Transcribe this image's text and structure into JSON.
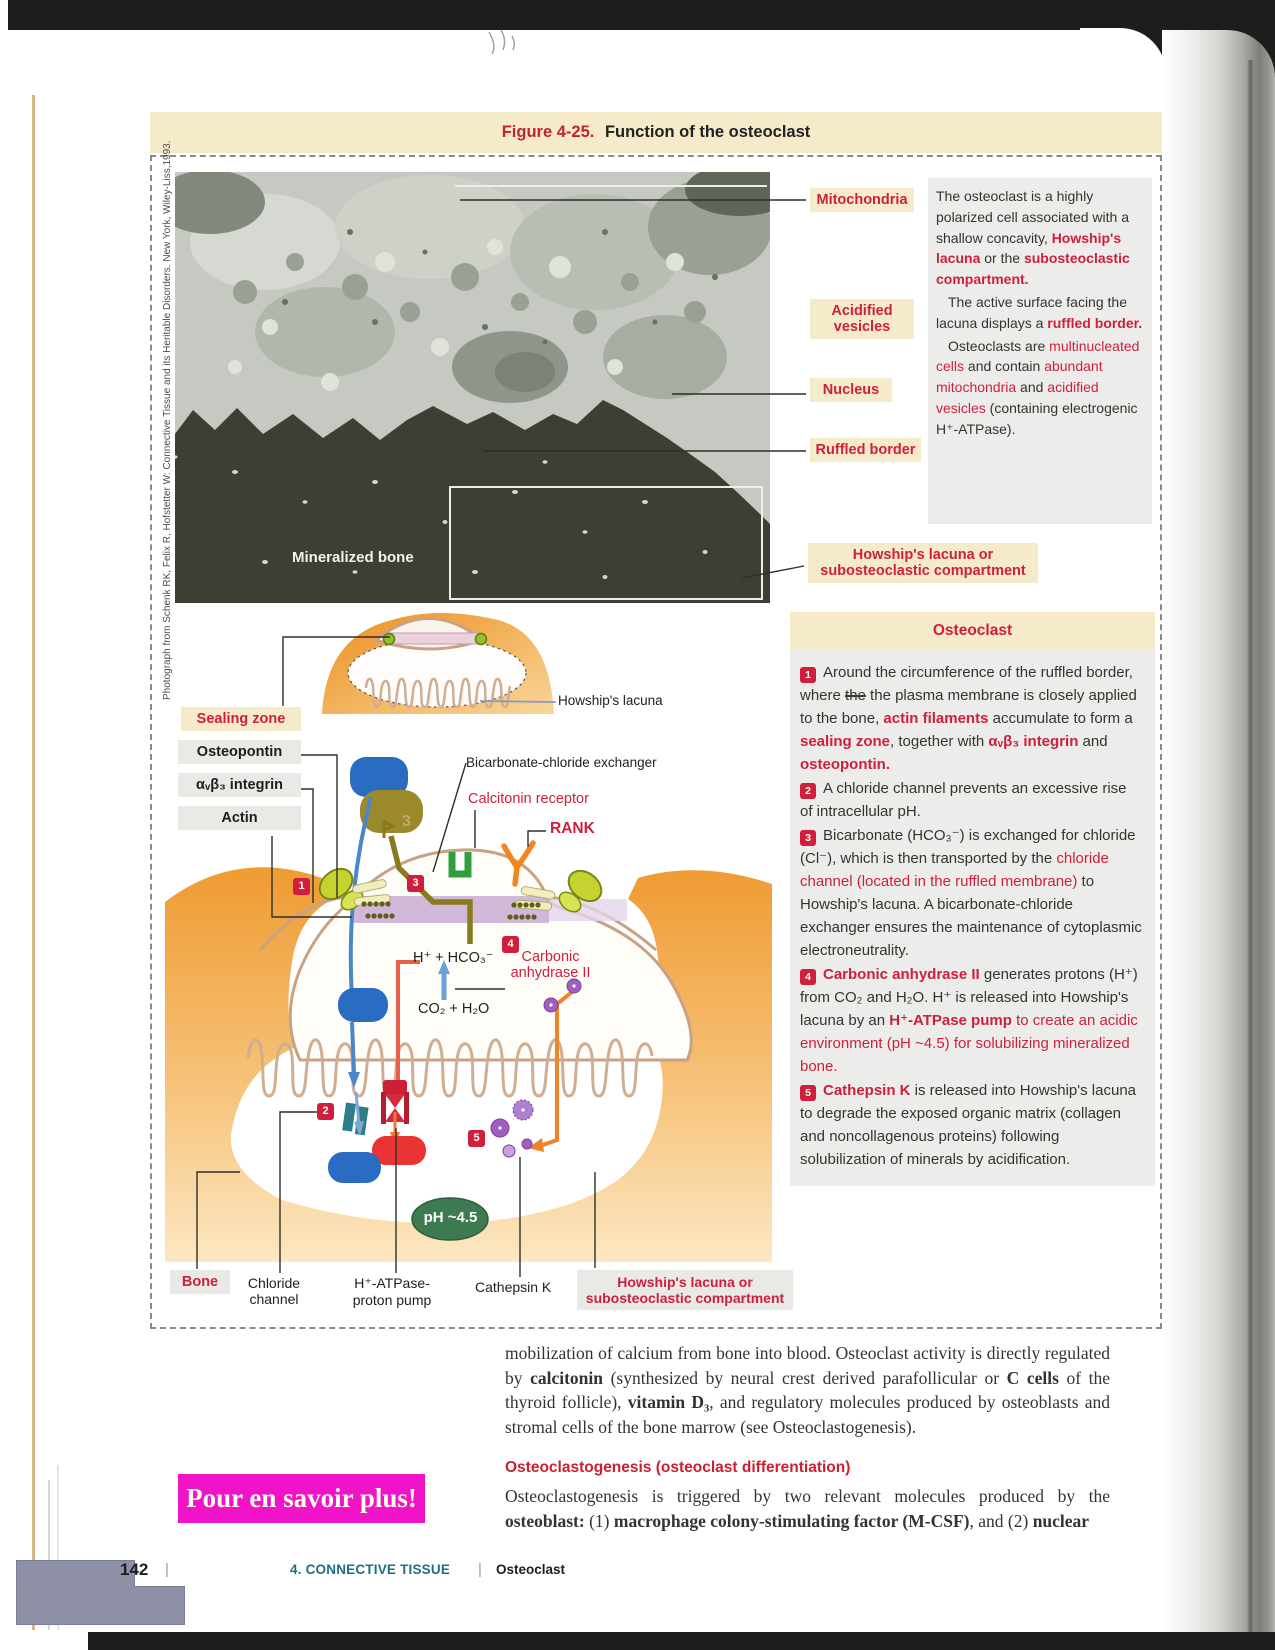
{
  "figure": {
    "label": "Figure 4-25.",
    "title": "Function of the osteoclast",
    "credit": "Photograph from Schenk RK, Felix R, Hofstetter W: Connective Tissue and its Heritable Disorders. New York, Wiley-Liss,1993."
  },
  "micrograph": {
    "callout_mitochondria": "Mitochondria",
    "callout_acidified": "Acidified\nvesicles",
    "callout_nucleus": "Nucleus",
    "callout_ruffled": "Ruffled border",
    "mineralized_bone": "Mineralized bone",
    "howship_chip": "Howship's lacuna or\nsubosteoclastic compartment"
  },
  "intro": {
    "paras": [
      {
        "segments": [
          {
            "t": "The osteoclast is a highly polarized cell associated with a shallow concavity, "
          },
          {
            "t": "Howship's lacuna",
            "c": "rb"
          },
          {
            "t": " or the "
          },
          {
            "t": "subosteoclastic compartment.",
            "c": "rb"
          }
        ]
      },
      {
        "segments": [
          {
            "t": "The active surface facing the lacuna displays a "
          },
          {
            "t": "ruffled border.",
            "c": "rb"
          }
        ]
      },
      {
        "segments": [
          {
            "t": "Osteoclasts are "
          },
          {
            "t": "multinucleated cells",
            "c": "r"
          },
          {
            "t": " and contain "
          },
          {
            "t": "abundant mitochondria",
            "c": "r"
          },
          {
            "t": " and "
          },
          {
            "t": "acidified vesicles",
            "c": "r"
          },
          {
            "t": " (containing electrogenic H⁺-ATPase)."
          }
        ]
      }
    ]
  },
  "panel": {
    "title": "Osteoclast",
    "items": [
      {
        "num": "1",
        "segments": [
          {
            "t": "Around the circumference of the ruffled border, where "
          },
          {
            "t": "the",
            "c": "st"
          },
          {
            "t": " the plasma membrane is closely applied to the bone, "
          },
          {
            "t": "actin filaments",
            "c": "rb"
          },
          {
            "t": " accumulate to form a "
          },
          {
            "t": "sealing zone",
            "c": "rb"
          },
          {
            "t": ", together with "
          },
          {
            "t": "αᵥβ₃ integrin",
            "c": "rb"
          },
          {
            "t": " and "
          },
          {
            "t": "osteopontin.",
            "c": "rb"
          }
        ]
      },
      {
        "num": "2",
        "segments": [
          {
            "t": "A chloride channel prevents an excessive rise of intracellular pH."
          }
        ]
      },
      {
        "num": "3",
        "segments": [
          {
            "t": "Bicarbonate (HCO₃⁻) is exchanged for chloride (Cl⁻), which is then transported by the "
          },
          {
            "t": "chloride channel (located in the ruffled membrane)",
            "c": "r"
          },
          {
            "t": " to Howship's lacuna. A bicarbonate-chloride exchanger ensures the maintenance of cytoplasmic electroneutrality."
          }
        ]
      },
      {
        "num": "4",
        "segments": [
          {
            "t": "Carbonic anhydrase II",
            "c": "rb"
          },
          {
            "t": " generates protons (H⁺) from CO₂ and H₂O. H⁺ is released into Howship's lacuna by an "
          },
          {
            "t": "H⁺-ATPase pump",
            "c": "rb"
          },
          {
            "t": " "
          },
          {
            "t": "to create an acidic environment (pH ~4.5) for solubilizing mineralized bone.",
            "c": "r"
          }
        ]
      },
      {
        "num": "5",
        "segments": [
          {
            "t": "Cathepsin K",
            "c": "rb"
          },
          {
            "t": " is released into Howship's lacuna to degrade the exposed organic matrix (collagen and noncollagenous proteins) following solubilization of minerals by acidification."
          }
        ]
      }
    ]
  },
  "diagram": {
    "labels": {
      "howship_inset": "Howship's lacuna",
      "sealing": "Sealing zone",
      "osteopontin": "Osteopontin",
      "integrin": "αᵥβ₃ integrin",
      "actin": "Actin",
      "bicarb": "Bicarbonate-chloride exchanger",
      "calcitonin": "Calcitonin receptor",
      "rank": "RANK",
      "h_hco3": "H⁺ + HCO₃⁻",
      "carbonic": "Carbonic\nanhydrase II",
      "co2": "CO₂ + H₂O",
      "ph": "pH ~4.5",
      "bone": "Bone",
      "chloride": "Chloride\nchannel",
      "atpase": "H⁺-ATPase-\nproton pump",
      "cathepsin": "Cathepsin K",
      "howship_sub": "Howship's lacuna or\nsubosteoclastic compartment"
    },
    "badges": {
      "b1": "1",
      "b2": "2",
      "b3": "3",
      "b4": "4",
      "b5": "5",
      "faint3": "3"
    }
  },
  "body_text": {
    "p1_segments": [
      {
        "t": "mobilization of calcium from bone into blood. Osteoclast activity is directly regulated by "
      },
      {
        "t": "calcitonin",
        "c": "b"
      },
      {
        "t": " (synthesized by neural crest derived parafollicular or "
      },
      {
        "t": "C cells",
        "c": "b"
      },
      {
        "t": " of the thyroid follicle), "
      },
      {
        "t": "vitamin D₃",
        "c": "b"
      },
      {
        "t": ", and regulatory molecules produced by osteoblasts and stromal cells of the bone marrow (see Osteoclastogenesis)."
      }
    ],
    "heading": "Osteoclastogenesis (osteoclast differentiation)",
    "p2_segments": [
      {
        "t": "Osteoclastogenesis is triggered by two relevant molecules produced by the "
      },
      {
        "t": "osteoblast:",
        "c": "b"
      },
      {
        "t": " (1) "
      },
      {
        "t": "macrophage colony-stimulating factor (M-CSF)",
        "c": "b"
      },
      {
        "t": ", and (2) "
      },
      {
        "t": "nuclear",
        "c": "b"
      }
    ]
  },
  "callout_box": {
    "text": "Pour en savoir plus!"
  },
  "footer": {
    "number": "142",
    "sep": "|",
    "chapter": "4. CONNECTIVE TISSUE",
    "section": "Osteoclast"
  },
  "colors": {
    "accent_red": "#cf1f3d",
    "cream_band": "#f5ebcb",
    "panel_gray": "#ececea",
    "magenta_box": "#f013c7",
    "footer_teal": "#1f6f82",
    "bone_orange": "#f09c34",
    "badge_red": "#cf1f3d"
  }
}
